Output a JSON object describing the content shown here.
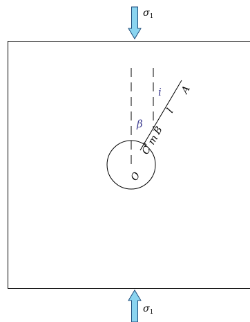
{
  "labels": {
    "sigma_top": "σ",
    "sigma_top_sub": "1",
    "sigma_bottom": "σ",
    "sigma_bottom_sub": "1",
    "beta": "β",
    "i": "i",
    "A": "A",
    "l": "l",
    "B": "B",
    "m": "m",
    "C": "C",
    "O": "O"
  },
  "colors": {
    "arrow_fill": "#8ad4f0",
    "arrow_stroke": "#1a4a7a",
    "line": "#000000",
    "greek_label": "#3b3b8f"
  }
}
